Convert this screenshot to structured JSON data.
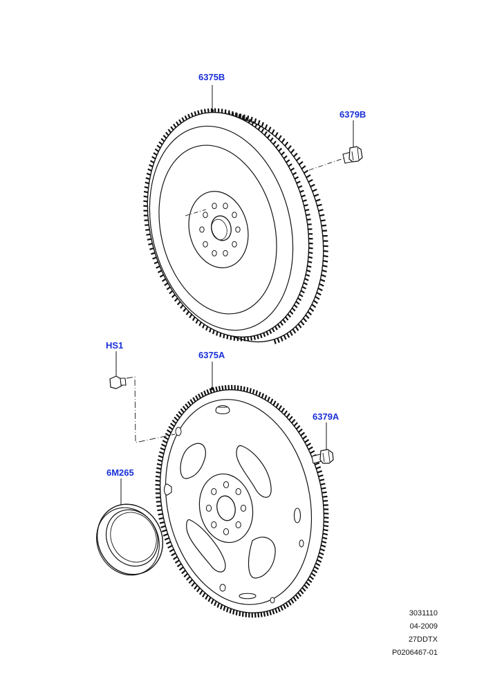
{
  "diagram": {
    "callouts": [
      {
        "id": "6375B",
        "label": "6375B"
      },
      {
        "id": "6379B",
        "label": "6379B"
      },
      {
        "id": "HS1",
        "label": "HS1"
      },
      {
        "id": "6375A",
        "label": "6375A"
      },
      {
        "id": "6379A",
        "label": "6379A"
      },
      {
        "id": "6M265",
        "label": "6M265"
      }
    ],
    "footer": {
      "ref1": "3031110",
      "date": "04-2009",
      "code": "27DDTX",
      "part": "P0206467-01"
    },
    "colors": {
      "callout": "#1a2fd6",
      "line": "#111111"
    }
  }
}
